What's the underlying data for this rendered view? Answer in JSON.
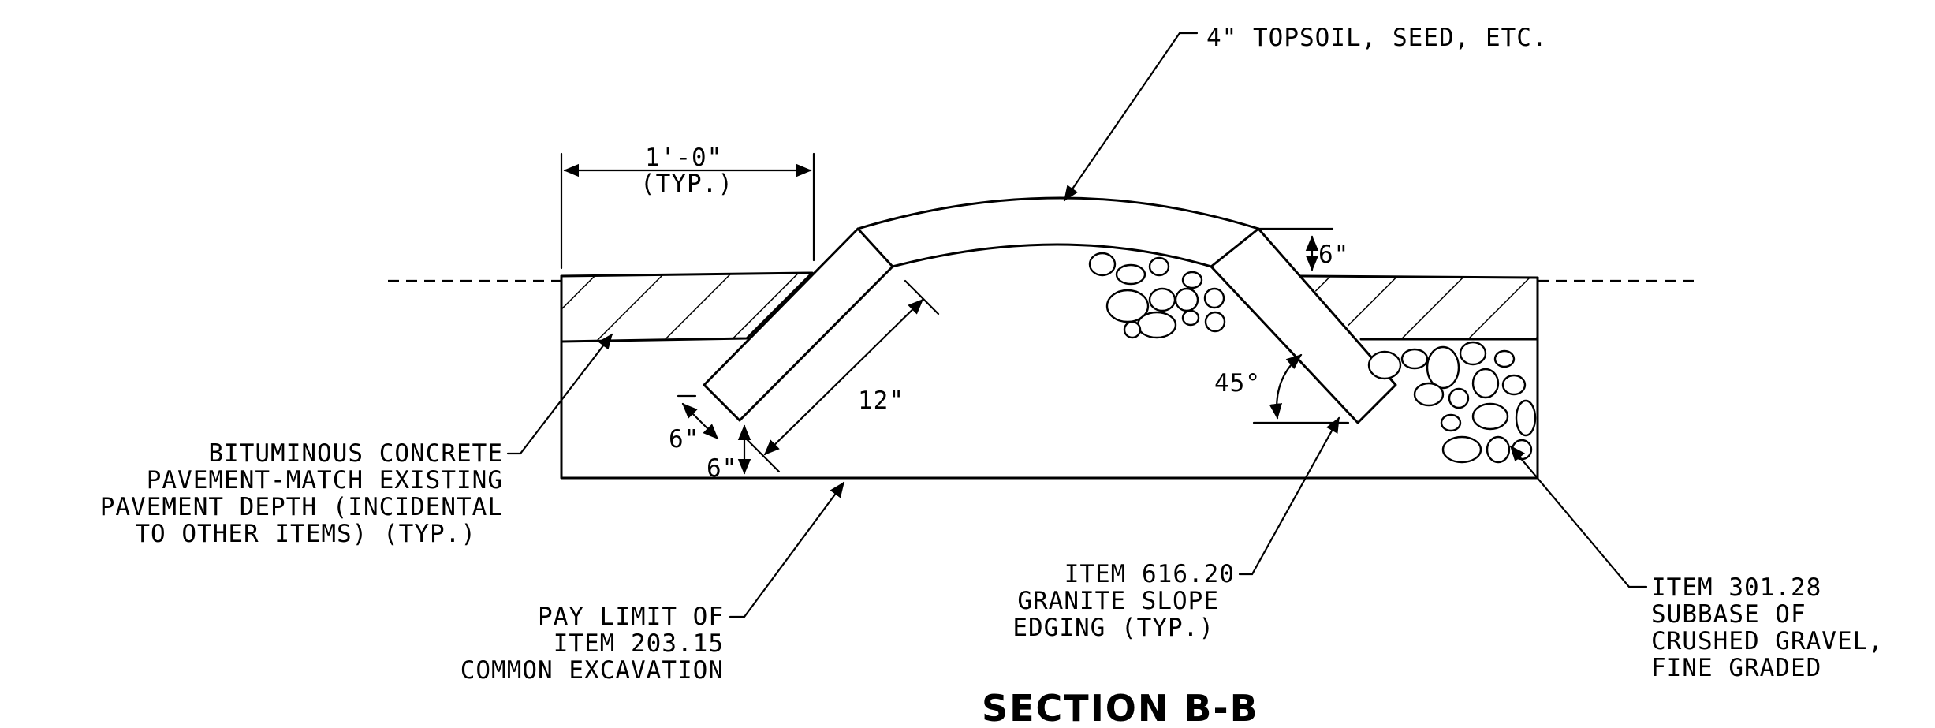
{
  "labels": {
    "topsoil": "4\" TOPSOIL, SEED, ETC.",
    "width_dim": "1'-0\"",
    "width_typ": "(TYP.)",
    "curb_height": "6\"",
    "stone_length": "12\"",
    "stone_thickness": "6\"",
    "base_depth": "6\"",
    "angle": "45°",
    "bituminous": [
      "BITUMINOUS CONCRETE",
      "PAVEMENT-MATCH EXISTING",
      "PAVEMENT DEPTH (INCIDENTAL",
      "TO OTHER ITEMS) (TYP.)"
    ],
    "pay_limit": [
      "PAY LIMIT OF",
      "ITEM 203.15",
      "COMMON EXCAVATION"
    ],
    "edging": [
      "ITEM 616.20",
      "GRANITE SLOPE",
      "EDGING (TYP.)"
    ],
    "subbase": [
      "ITEM 301.28",
      "SUBBASE OF",
      "CRUSHED GRAVEL,",
      "FINE GRADED"
    ]
  },
  "title": "SECTION B-B"
}
